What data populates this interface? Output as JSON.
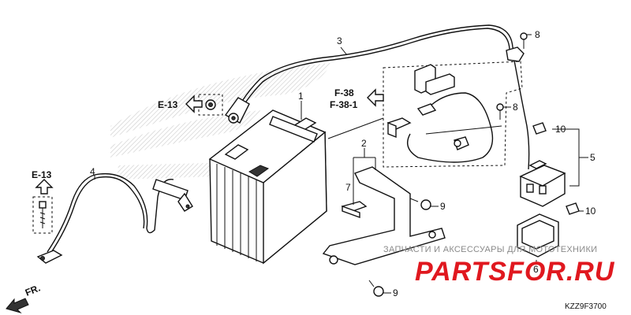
{
  "refs": {
    "e13_upper": "E-13",
    "e13_left": "E-13",
    "f38": "F-38",
    "f381": "F-38-1"
  },
  "callouts": {
    "p1": "1",
    "p2": "2",
    "p3": "3",
    "p4": "4",
    "p5": "5",
    "p6": "6",
    "p7": "7",
    "p8a": "8",
    "p8b": "8",
    "p9a": "9",
    "p9b": "9",
    "p10a": "10",
    "p10b": "10"
  },
  "front_label": "FR.",
  "diagram_code": "KZZ9F3700",
  "watermark": {
    "brand": "PARTSFOR.RU",
    "tagline": "ЗАПЧАСТИ И АКСЕССУАРЫ ДЛЯ МОТОТЕХНИКИ"
  },
  "colors": {
    "brand_red": "#e0181f",
    "line": "#111111",
    "logo_hatch": "#c8c8c8"
  }
}
